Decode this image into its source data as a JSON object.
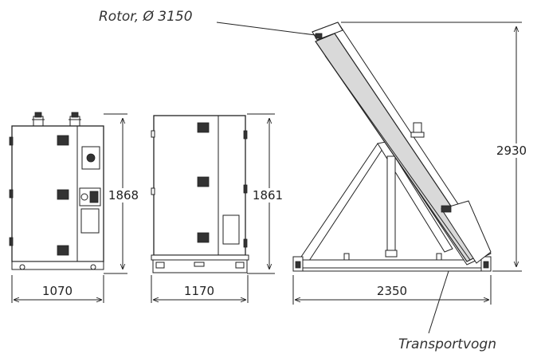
{
  "labels": {
    "rotor": "Rotor, Ø 3150",
    "transport": "Transportvogn"
  },
  "dimensions": {
    "unit1_height": "1868",
    "unit1_width": "1070",
    "unit2_height": "1861",
    "unit2_width": "1170",
    "rotor_height": "2930",
    "rotor_width": "2350"
  },
  "colors": {
    "line": "#222222",
    "rotor_fill": "#d9d9d9",
    "background": "#ffffff"
  }
}
